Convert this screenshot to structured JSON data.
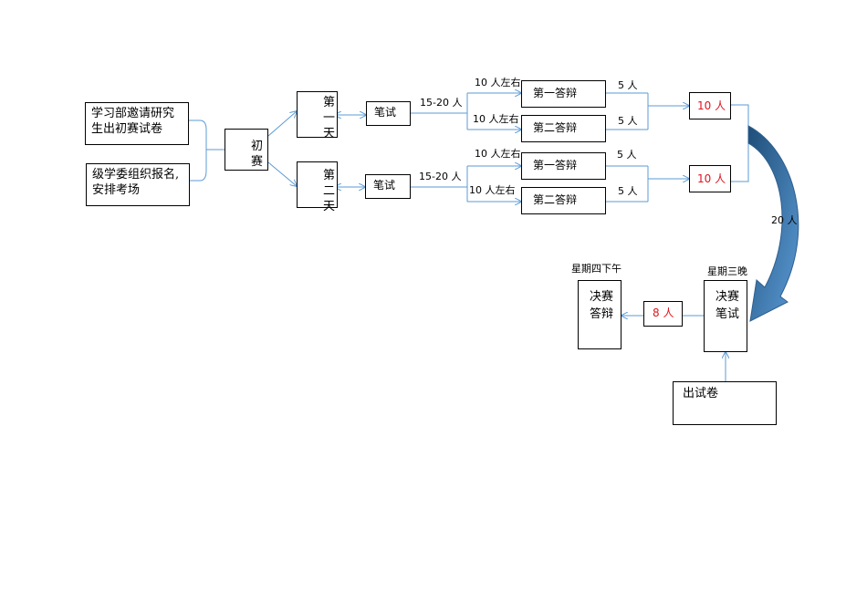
{
  "boxes": {
    "prep_papers": "学习部邀请研究生出初赛试卷",
    "organize": "级学委组织报名,安排考场",
    "prelim": "初赛",
    "day1": "第一天",
    "day2": "第二天",
    "written1": "笔试",
    "written2": "笔试",
    "room1": "第一答辩",
    "room2": "第二答辩",
    "room3": "第一答辩",
    "room4": "第二答辩",
    "top10_a": "10 人",
    "top10_b": "10 人",
    "final_written": "决赛笔试",
    "top8": "8 人",
    "final_defense": "决赛答辩",
    "final_papers": "出试卷"
  },
  "labels": {
    "n_15_20_a": "15-20 人",
    "n_15_20_b": "15-20 人",
    "n_10_a": "10 人左右",
    "n_10_b": "10 人左右",
    "n_10_c": "10 人左右",
    "n_10_d": "10 人左右",
    "n_5_a": "5 人",
    "n_5_b": "5 人",
    "n_5_c": "5 人",
    "n_5_d": "5 人",
    "n_20": "20 人",
    "wed_evening": "星期三晚",
    "thu_afternoon": "星期四下午"
  },
  "colors": {
    "line": "#5b9bd5",
    "curved_arrow": "#3a6ea5",
    "highlight_text": "#e0141e"
  }
}
